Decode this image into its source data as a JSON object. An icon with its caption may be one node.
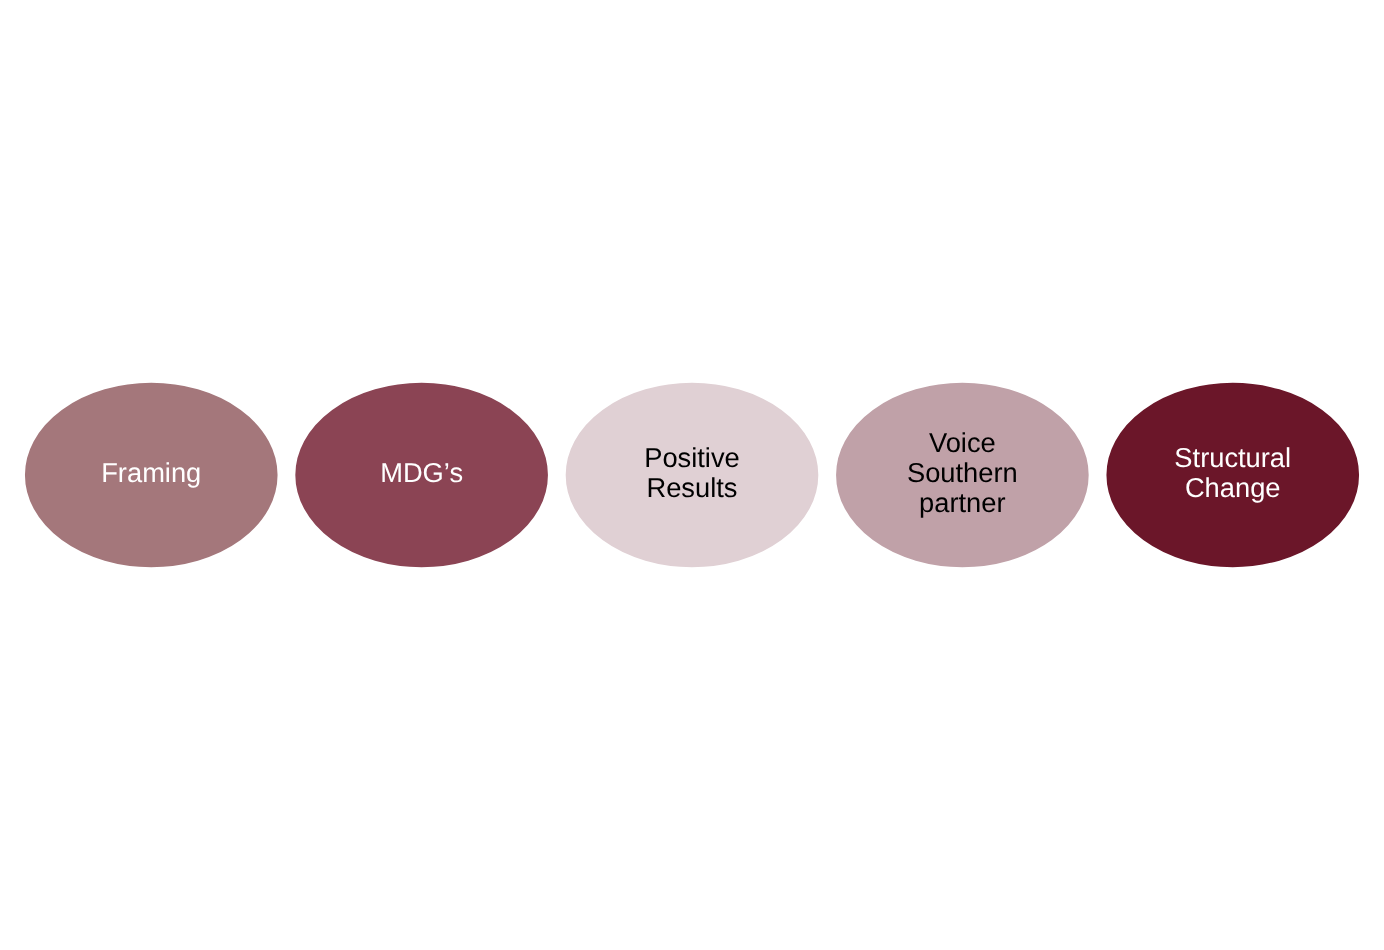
{
  "diagram": {
    "nodes": [
      {
        "text": [
          "Framing"
        ]
      },
      {
        "text": [
          "MDG’s"
        ]
      },
      {
        "text": [
          "Positive Results"
        ]
      },
      {
        "text": [
          "Voice Southern partner"
        ]
      },
      {
        "text": [
          "Structural Change"
        ]
      }
    ]
  }
}
